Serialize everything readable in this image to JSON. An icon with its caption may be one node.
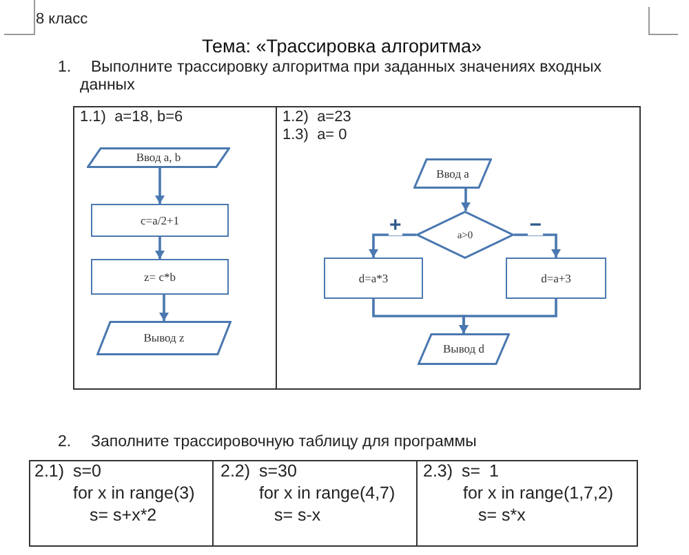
{
  "diagram": {
    "title": "Тема: «Трассировка алгоритма»",
    "nodes": [
      {
        "text": [
          "1.1)  a=18, b=6"
        ]
      },
      {
        "text": [
          "Ввод a, b"
        ],
        "in": 0
      },
      {
        "text": [
          "c=a/2+1"
        ],
        "in": 0
      },
      {
        "text": [
          "z= c*b"
        ],
        "in": 0
      },
      {
        "text": [
          "Вывод z"
        ],
        "in": 0
      },
      {
        "text": [
          "1.2)  a=23",
          "1.3)  a= 0"
        ]
      },
      {
        "text": [
          "Ввод a"
        ],
        "in": 5
      },
      {
        "text": [
          "a>0"
        ],
        "in": 5
      },
      {
        "text": [
          "d=a*3"
        ],
        "in": 5
      },
      {
        "text": [
          "d=a+3"
        ],
        "in": 5
      },
      {
        "text": [
          "Вывод d"
        ],
        "in": 5
      }
    ],
    "edges": [
      {
        "from": 1,
        "to": 2,
        "arrow": "to"
      },
      {
        "from": 2,
        "to": 3,
        "arrow": "to"
      },
      {
        "from": 3,
        "to": 4,
        "arrow": "to"
      },
      {
        "from": 6,
        "to": 7,
        "arrow": "to"
      },
      {
        "from": 7,
        "to": 8,
        "arrow": "to",
        "label": "+"
      },
      {
        "from": 7,
        "to": 9,
        "arrow": "to",
        "label": "−"
      },
      {
        "from": 8,
        "to": 10,
        "arrow": "to"
      },
      {
        "from": 9,
        "to": 10,
        "arrow": "to"
      }
    ],
    "labels": [
      "8 класс",
      "1.",
      "Выполните трассировку алгоритма при заданных значениях входных данных",
      "2.",
      "Заполните трассировочную таблицу для программы",
      "2.1) s=0",
      "for x in range(3)",
      "s= s+x*2",
      "2.2) s=30",
      "for x in range(4,7)",
      "s= s-x",
      "2.3) s= 1",
      "for x in range(1,7,2)",
      "s= s*x"
    ]
  }
}
